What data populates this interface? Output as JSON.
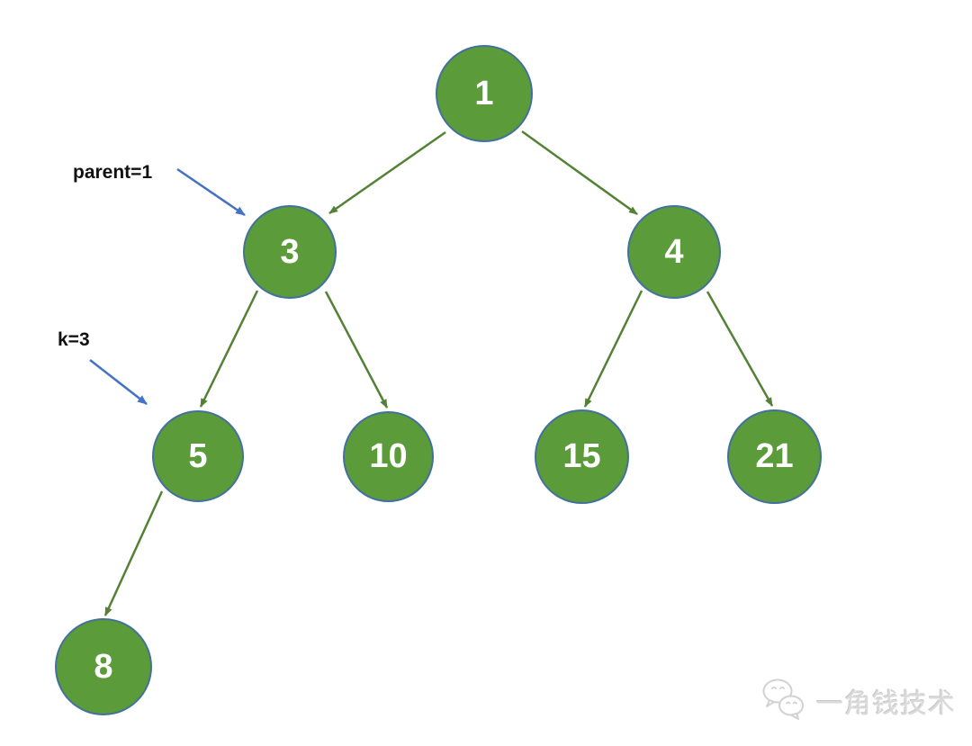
{
  "tree": {
    "type": "binary-tree-diagram",
    "nodes": [
      {
        "id": "n1",
        "label": "1"
      },
      {
        "id": "n3",
        "label": "3"
      },
      {
        "id": "n4",
        "label": "4"
      },
      {
        "id": "n5",
        "label": "5"
      },
      {
        "id": "n10",
        "label": "10"
      },
      {
        "id": "n15",
        "label": "15"
      },
      {
        "id": "n21",
        "label": "21"
      },
      {
        "id": "n8",
        "label": "8"
      }
    ],
    "edges": [
      {
        "from": "1",
        "to": "3"
      },
      {
        "from": "1",
        "to": "4"
      },
      {
        "from": "3",
        "to": "5"
      },
      {
        "from": "3",
        "to": "10"
      },
      {
        "from": "4",
        "to": "15"
      },
      {
        "from": "4",
        "to": "21"
      },
      {
        "from": "5",
        "to": "8"
      }
    ]
  },
  "annotations": {
    "parent": {
      "label": "parent=1",
      "points_to": "3"
    },
    "k": {
      "label": "k=3",
      "points_to": "5"
    }
  },
  "watermark": {
    "text": "一角钱技术"
  },
  "colors": {
    "node_fill": "#5b9b3a",
    "node_border": "#41719c",
    "node_text": "#ffffff",
    "tree_edge_green": "#538135",
    "annotation_arrow_blue": "#4472c4",
    "annotation_text": "#111111",
    "watermark_gray": "#dadada"
  }
}
